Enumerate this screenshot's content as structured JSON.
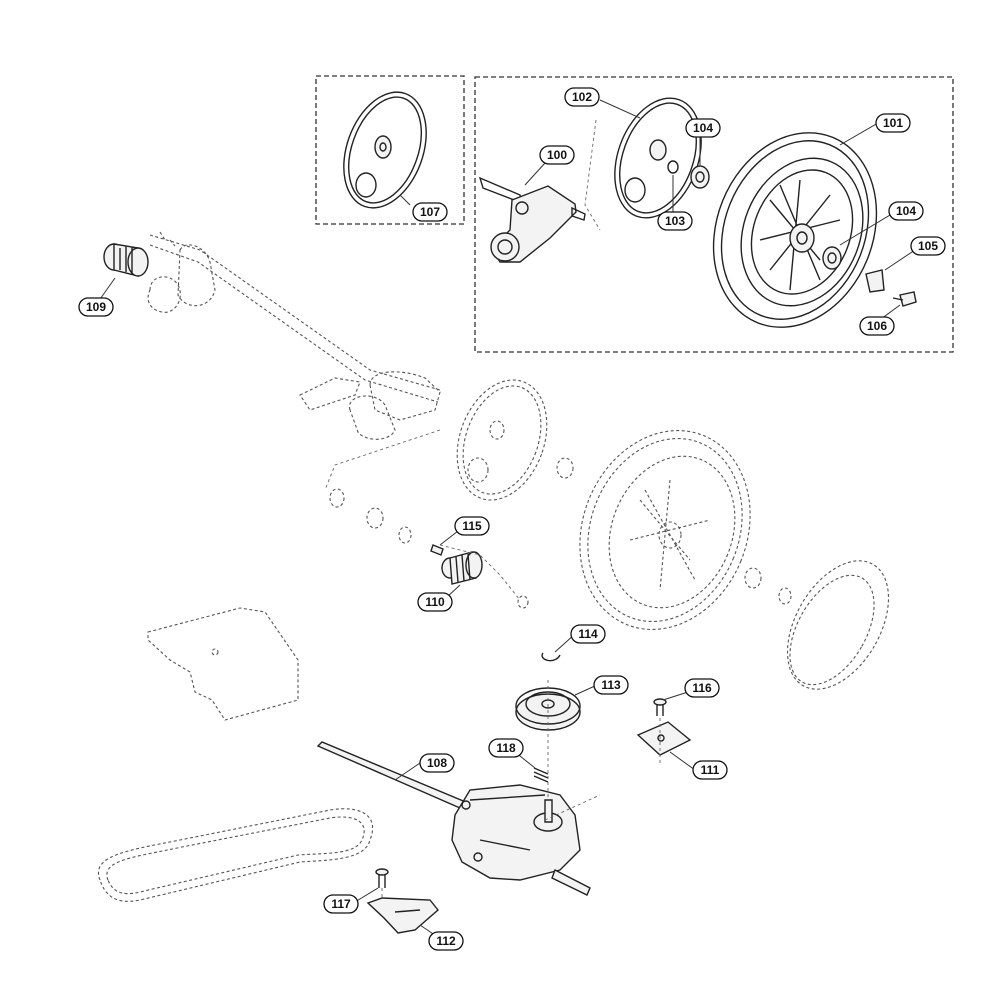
{
  "callouts": [
    {
      "id": "p100",
      "label": "100"
    },
    {
      "id": "p101",
      "label": "101"
    },
    {
      "id": "p102",
      "label": "102"
    },
    {
      "id": "p103",
      "label": "103"
    },
    {
      "id": "p104a",
      "label": "104"
    },
    {
      "id": "p104b",
      "label": "104"
    },
    {
      "id": "p105",
      "label": "105"
    },
    {
      "id": "p106",
      "label": "106"
    },
    {
      "id": "p107",
      "label": "107"
    },
    {
      "id": "p108",
      "label": "108"
    },
    {
      "id": "p109",
      "label": "109"
    },
    {
      "id": "p110",
      "label": "110"
    },
    {
      "id": "p111",
      "label": "111"
    },
    {
      "id": "p112",
      "label": "112"
    },
    {
      "id": "p113",
      "label": "113"
    },
    {
      "id": "p114",
      "label": "114"
    },
    {
      "id": "p115",
      "label": "115"
    },
    {
      "id": "p116",
      "label": "116"
    },
    {
      "id": "p117",
      "label": "117"
    },
    {
      "id": "p118",
      "label": "118"
    }
  ]
}
